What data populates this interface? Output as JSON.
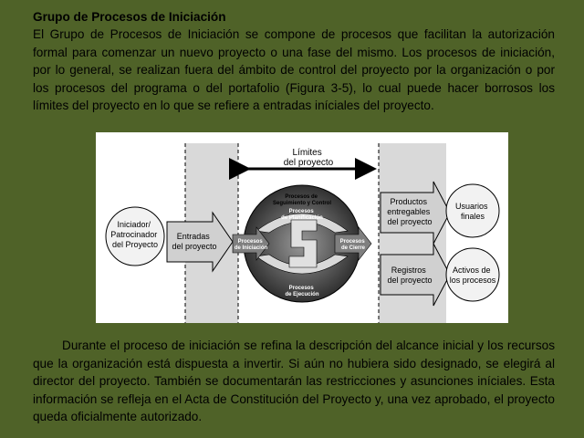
{
  "slide": {
    "heading": "Grupo de Procesos de Iniciación",
    "intro": "El Grupo de Procesos de Iniciación se compone de procesos que facilitan la autorización formal para comenzar un nuevo proyecto o una fase del mismo. Los procesos de iniciación, por lo general, se realizan fuera del ámbito de control del proyecto por la organización o por los procesos del programa o del portafolio (Figura 3-5), lo cual puede hacer borrosos los límites del proyecto en lo que se refiere a entradas iníciales del proyecto.",
    "closing": "Durante el proceso de iniciación se refina la descripción del alcance inicial y los recursos que la organización está dispuesta a invertir. Si aún no hubiera sido designado, se elegirá al director del proyecto. También se documentarán las restricciones y asunciones iníciales. Esta información se refleja en el Acta de Constitución del Proyecto y, una vez aprobado, el proyecto queda oficialmente autorizado."
  },
  "diagram": {
    "boundary_label": [
      "Límites",
      "del proyecto"
    ],
    "sponsor": [
      "Iniciador/",
      "Patrocinador",
      "del Proyecto"
    ],
    "inputs": [
      "Entradas",
      "del proyecto"
    ],
    "monitoring": [
      "Procesos de",
      "Seguimiento y Control"
    ],
    "planning": [
      "Procesos",
      "de Planificación"
    ],
    "initiating": [
      "Procesos",
      "de Iniciación"
    ],
    "closing_proc": [
      "Procesos",
      "de Cierre"
    ],
    "executing": [
      "Procesos",
      "de Ejecución"
    ],
    "deliverables": [
      "Productos",
      "entregables",
      "del proyecto"
    ],
    "end_users": [
      "Usuarios",
      "finales"
    ],
    "records": [
      "Registros",
      "del proyecto"
    ],
    "process_assets": [
      "Activos de",
      "los procesos"
    ]
  },
  "colors": {
    "background": "#4f6228",
    "panel": "#ffffff",
    "shaded_zone": "#d9d9d9",
    "arrow_fill": "#d0d0d0",
    "circle_dark": "#2e2e2e"
  }
}
